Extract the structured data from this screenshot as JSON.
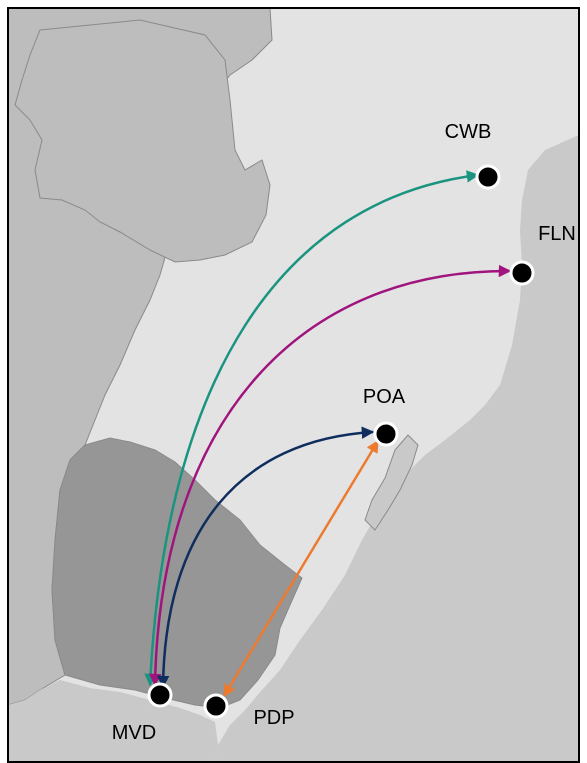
{
  "map": {
    "colors": {
      "frame": "#000000",
      "background_land": "#e3e3e3",
      "neighbor_land": "#bdbdbd",
      "ocean": "#c9c9c9",
      "uruguay": "#969696",
      "borders": "#8a8a8a",
      "city_marker_fill": "#000000",
      "city_marker_outline": "#ffffff"
    },
    "cities": {
      "cwb": {
        "label": "CWB"
      },
      "fln": {
        "label": "FLN"
      },
      "poa": {
        "label": "POA"
      },
      "mvd": {
        "label": "MVD"
      },
      "pdp": {
        "label": "PDP"
      }
    },
    "routes": [
      {
        "id": "mvd-cwb",
        "from": "MVD",
        "to": "CWB",
        "color": "#1a9480",
        "direction": "both"
      },
      {
        "id": "mvd-fln",
        "from": "MVD",
        "to": "FLN",
        "color": "#a0147e",
        "direction": "both"
      },
      {
        "id": "mvd-poa",
        "from": "MVD",
        "to": "POA",
        "color": "#0f2d5e",
        "direction": "both"
      },
      {
        "id": "pdp-poa",
        "from": "PDP",
        "to": "POA",
        "color": "#ec7b2f",
        "direction": "both"
      }
    ]
  }
}
